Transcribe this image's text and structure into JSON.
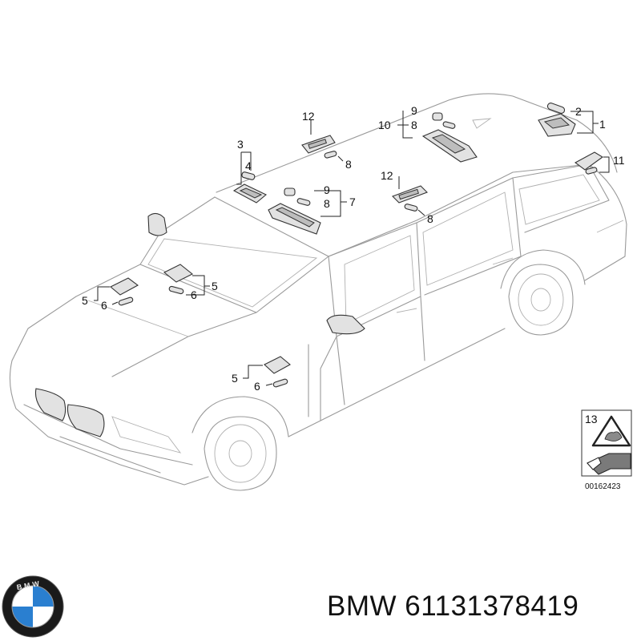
{
  "callouts": {
    "c1": "1",
    "c2": "2",
    "c3": "3",
    "c4": "4",
    "c5a": "5",
    "c5b": "5",
    "c5c": "5",
    "c6a": "6",
    "c6b": "6",
    "c6c": "6",
    "c7": "7",
    "c8a": "8",
    "c8b": "8",
    "c8c": "8",
    "c8d": "8",
    "c9a": "9",
    "c9b": "9",
    "c10": "10",
    "c11": "11",
    "c12a": "12",
    "c12b": "12",
    "c13": "13"
  },
  "label_box": {
    "code": "00162423"
  },
  "footer": {
    "brand": "BMW",
    "part_number": "61131378419"
  },
  "logo": {
    "text": "BMW",
    "ring_color": "#1a1a1a",
    "blue": "#2a7fd0",
    "white": "#ffffff"
  }
}
